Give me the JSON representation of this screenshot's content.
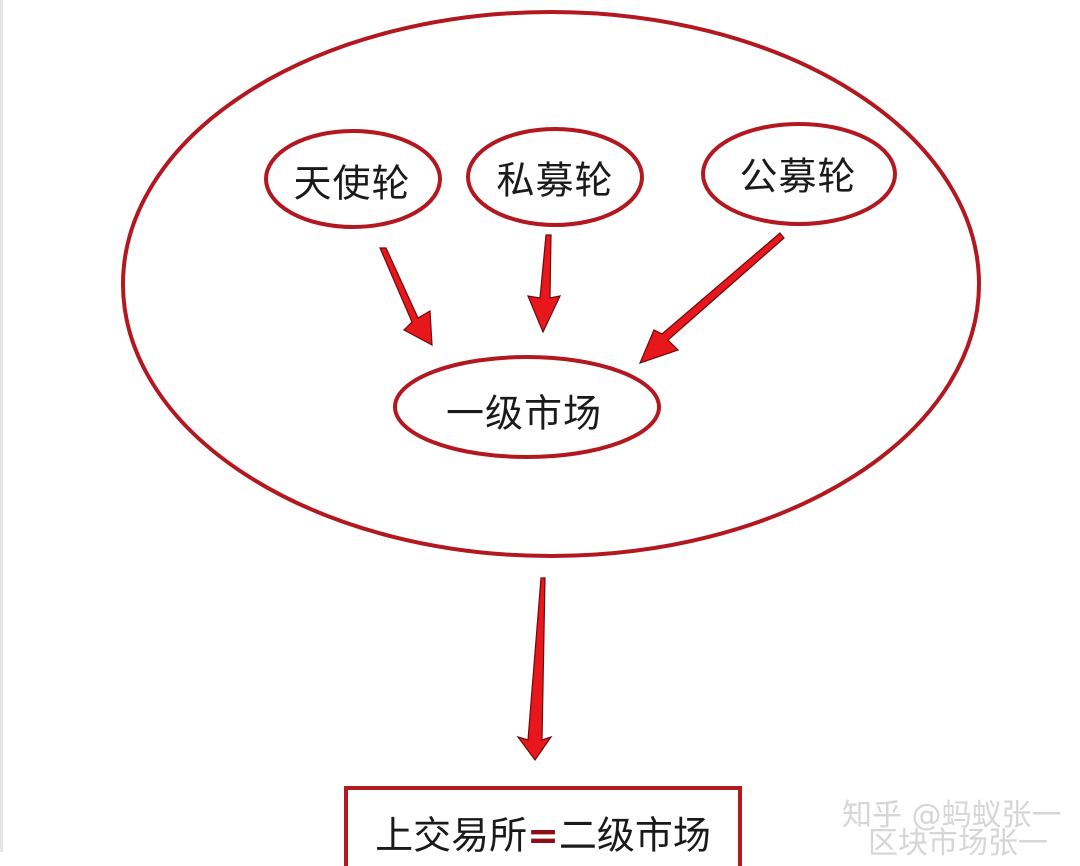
{
  "diagram": {
    "title": "",
    "colors": {
      "outline": "#b3171f",
      "arrow": "#e8171c",
      "text": "#1a1a1a"
    },
    "nodes": [
      {
        "id": "angel",
        "label": "天使轮"
      },
      {
        "id": "private",
        "label": "私募轮"
      },
      {
        "id": "public",
        "label": "公募轮"
      },
      {
        "id": "primary",
        "label": "一级市场"
      }
    ],
    "container_label": "",
    "bottom_box": {
      "left": "上交易所",
      "eq": "=",
      "right": "二级市场"
    },
    "edges": [
      {
        "from": "天使轮",
        "to": "一级市场"
      },
      {
        "from": "私募轮",
        "to": "一级市场"
      },
      {
        "from": "公募轮",
        "to": "一级市场"
      },
      {
        "from": "一级市场",
        "to": "上交易所=二级市场"
      }
    ]
  },
  "watermark": {
    "line1": "知乎 @蚂蚁张一",
    "line2": "区块市场张一"
  }
}
